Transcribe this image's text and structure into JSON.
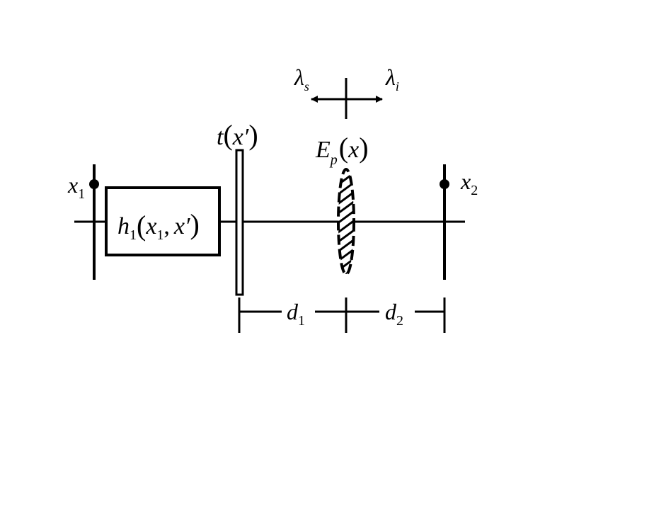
{
  "labels": {
    "x1_var": "x",
    "x1_sub": "1",
    "x2_var": "x",
    "x2_sub": "2",
    "h_fn": "h",
    "h_sub": "1",
    "h_open": "(",
    "h_arg1": "x",
    "h_arg1_sub": "1",
    "h_comma": ",",
    "h_arg2": "x′",
    "h_close": ")",
    "t_fn": "t",
    "t_open": "(",
    "t_arg": "x′",
    "t_close": ")",
    "ep_fn": "E",
    "ep_sub": "p",
    "ep_open": "(",
    "ep_arg": "x",
    "ep_close": ")",
    "lambda_s": "λ",
    "lambda_s_sub": "s",
    "lambda_i": "λ",
    "lambda_i_sub": "i",
    "d1_var": "d",
    "d1_sub": "1",
    "d2_var": "d",
    "d2_sub": "2"
  },
  "colors": {
    "ink": "#000000",
    "background": "#ffffff"
  },
  "hatch": {
    "stripes": 11
  }
}
